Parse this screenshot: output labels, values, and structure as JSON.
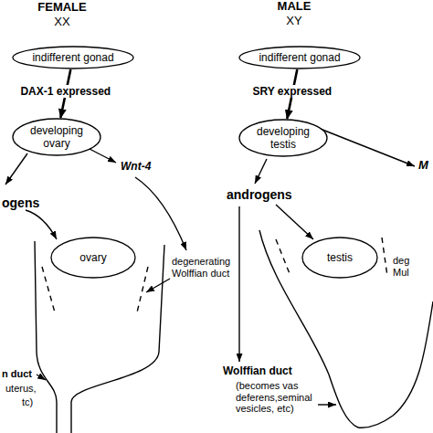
{
  "diagram": {
    "nodes": [
      {
        "text": [
          "indifferent gonad"
        ]
      },
      {
        "text": [
          "developing ovary"
        ]
      },
      {
        "text": [
          "ovary"
        ]
      },
      {
        "text": [
          "indifferent gonad"
        ]
      },
      {
        "text": [
          "developing testis"
        ]
      },
      {
        "text": [
          "testis"
        ]
      }
    ],
    "edges": [
      {
        "from": 0,
        "to": 1,
        "arrow": "to",
        "label": "DAX-1 expressed"
      },
      {
        "from": 3,
        "to": 4,
        "arrow": "to",
        "label": "SRY expressed"
      }
    ],
    "labels": [
      "FEMALE",
      "XX",
      "MALE",
      "XY",
      "Wnt-4",
      "ogens",
      "degenerating Wolffian duct",
      "n duct",
      "uterus,",
      "tc)",
      "M",
      "androgens",
      "deg",
      "Mul",
      "Wolffian duct",
      "(becomes vas deferens,seminal vesicles, etc)"
    ]
  }
}
